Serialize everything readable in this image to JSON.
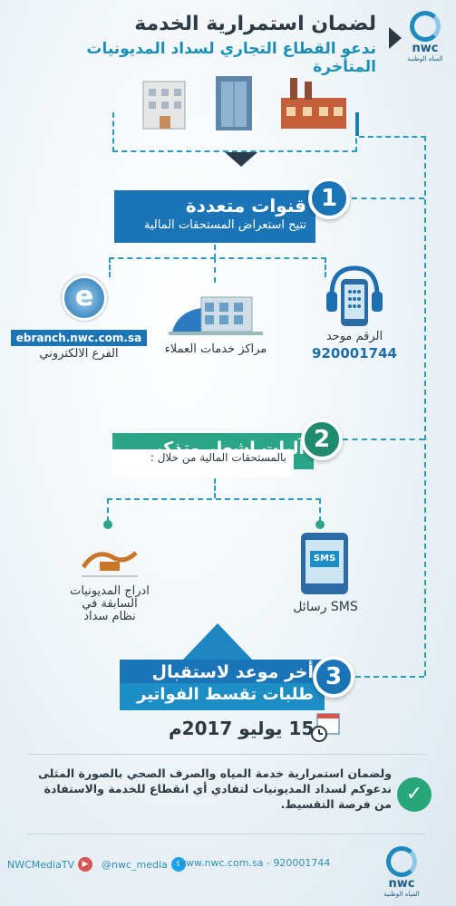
{
  "header": {
    "title": "لضمان استمرارية الخدمة",
    "subtitle": "ندعو القطاع التجاري لسداد المديونيات المتأخرة"
  },
  "logo": {
    "name": "nwc",
    "tagline": "المياه الوطنية"
  },
  "step1": {
    "number": "1",
    "title": "قنوات متعددة",
    "subtitle": "تتيح استعراض المستحقات المالية",
    "channels": {
      "eservice_url": "ebranch.nwc.com.sa",
      "eservice_label": "الفرع الالكتروني",
      "centers_label": "مراكز خدمات العملاء",
      "phone_label": "الرقم موحد",
      "phone_number": "920001744"
    }
  },
  "step2": {
    "number": "2",
    "title": "آليات اشعار وتذكير",
    "subtitle": "بالمستحقات المالية من خلال :",
    "sadad_label_lines": [
      "ادراج المديونيات",
      "السابقة في",
      "نظام سداد"
    ],
    "sms_label": "رسائل SMS",
    "sms_icon_text": "SMS"
  },
  "step3": {
    "number": "3",
    "title": "أخر موعد لاستقبال",
    "subtitle": "طلبات تقسط الفواتير",
    "date": "15 يوليو 2017م"
  },
  "closing_message": "ولضمان استمرارية خدمة المياه والصرف الصحي بالصورة المثلى ندعوكم لسداد المديونيات لتفادي أي انقطاع للخدمة والاستفادة من فرصة التقسيط.",
  "footer": {
    "youtube": "NWCMediaTV",
    "twitter": "@nwc_media",
    "website": "www.nwc.com.sa - 920001744"
  },
  "colors": {
    "primary_blue": "#1b74b5",
    "green": "#2aa588",
    "dark": "#2b3a44",
    "accent": "#1b8fb8"
  }
}
